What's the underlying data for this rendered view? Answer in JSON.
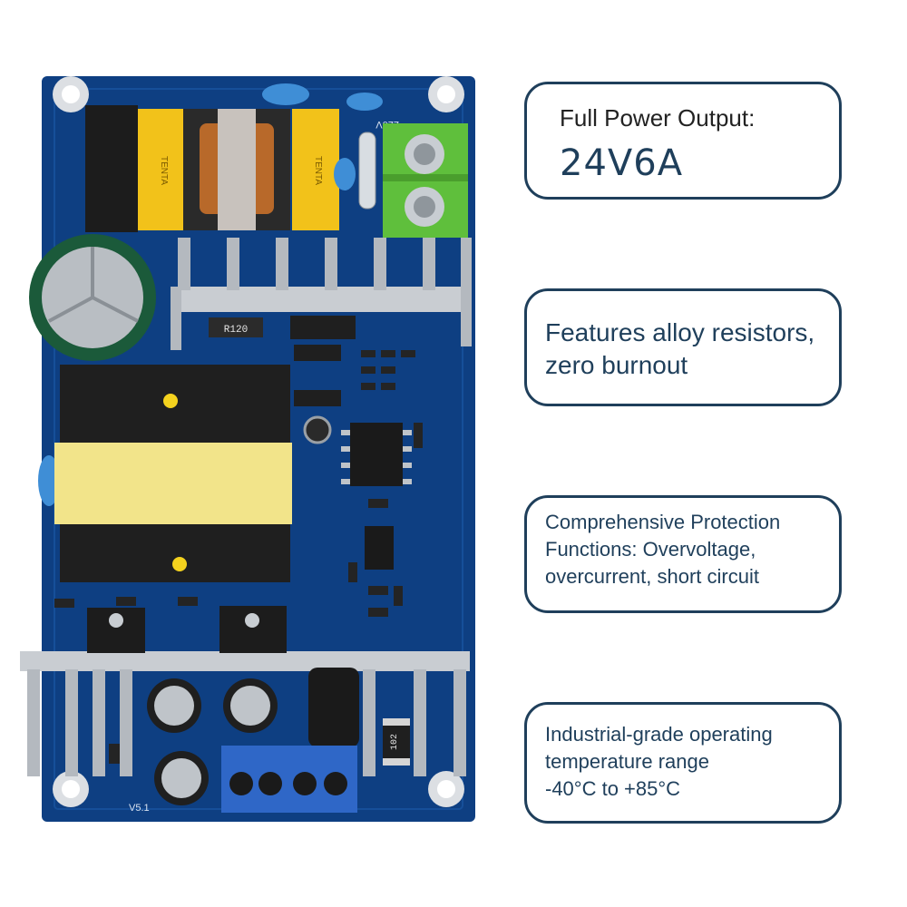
{
  "product_image": {
    "board_markings": {
      "ac_rating": "220V",
      "inductor_brand": "TENTA",
      "shunt_resistor": "R120",
      "smd_resistor": "102",
      "version": "V5.1"
    }
  },
  "features": [
    {
      "lines": [
        "Full Power Output:",
        "24V6A"
      ]
    },
    {
      "lines": [
        "Features alloy resistors,",
        "zero burnout"
      ]
    },
    {
      "lines": [
        "Comprehensive Protection",
        "Functions: Overvoltage,",
        "overcurrent, short circuit"
      ]
    },
    {
      "lines": [
        "Industrial-grade operating",
        "temperature range",
        "-40°C to +85°C"
      ]
    }
  ],
  "colors": {
    "pcb": "#0e3f82",
    "card_border": "#1f3f5b",
    "card_text": "#1f3f5b",
    "heatsink": "#c9cdd2",
    "terminal_green": "#5fbf3c",
    "terminal_blue": "#2f67c7",
    "transformer_yellow": "#f2e48a"
  }
}
